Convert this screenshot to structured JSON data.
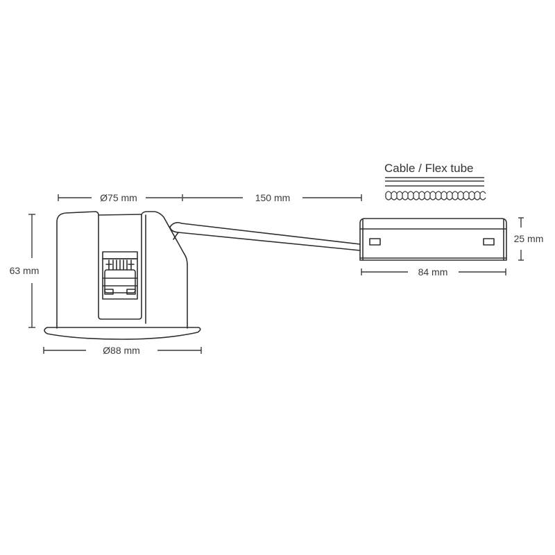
{
  "diagram": {
    "type": "technical-dimension-drawing",
    "colors": {
      "line": "#2e2e2e",
      "text": "#3a3a3a",
      "background": "#ffffff"
    },
    "dimensions": {
      "top_diameter": "Ø75 mm",
      "cable_length": "150 mm",
      "height": "63 mm",
      "bottom_diameter": "Ø88 mm",
      "driver_height": "25 mm",
      "driver_length": "84 mm"
    },
    "legend": {
      "title": "Cable / Flex tube",
      "items": [
        "cable-lines-icon",
        "flex-tube-icon"
      ]
    },
    "components": [
      "downlight-housing",
      "connector",
      "cable",
      "driver-box"
    ]
  }
}
